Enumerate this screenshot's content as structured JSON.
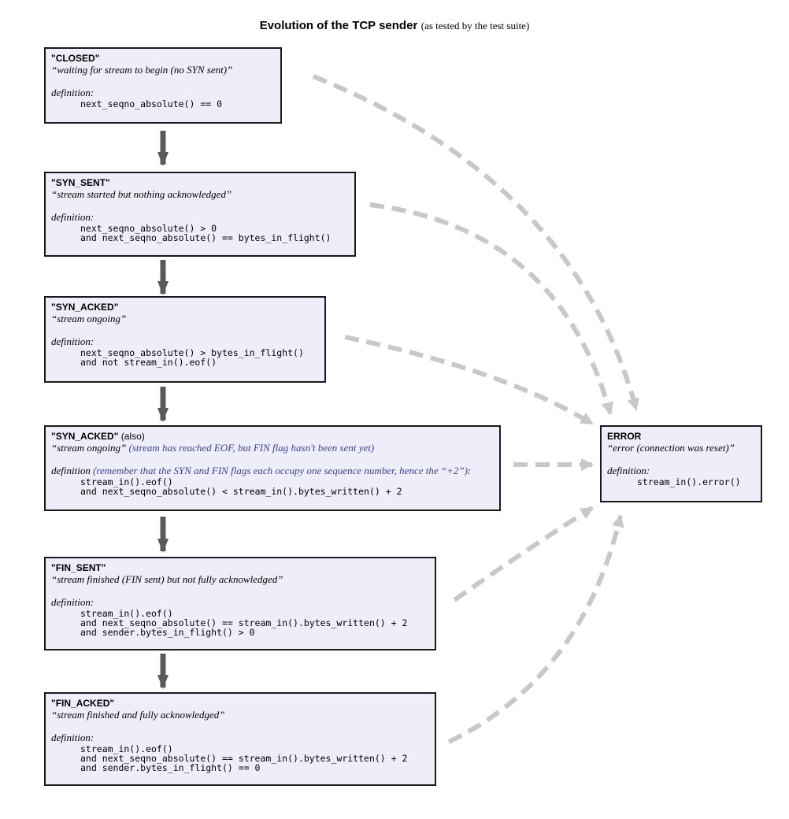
{
  "title": {
    "main": "Evolution of the TCP sender",
    "note": "(as tested by the test suite)"
  },
  "states": [
    {
      "name": "\"CLOSED\"",
      "also": "",
      "desc": "“waiting for stream to begin (no SYN sent)”",
      "desc_note": "",
      "def_label": "definition:",
      "def_note": "",
      "def_lines": [
        "next_seqno_absolute() == 0"
      ]
    },
    {
      "name": "\"SYN_SENT\"",
      "also": "",
      "desc": "“stream started but nothing acknowledged”",
      "desc_note": "",
      "def_label": "definition:",
      "def_note": "",
      "def_lines": [
        "next_seqno_absolute() > 0",
        "and next_seqno_absolute() == bytes_in_flight()"
      ]
    },
    {
      "name": "\"SYN_ACKED\"",
      "also": "",
      "desc": "“stream ongoing”",
      "desc_note": "",
      "def_label": "definition:",
      "def_note": "",
      "def_lines": [
        "next_seqno_absolute() > bytes_in_flight()",
        "and not stream_in().eof()"
      ]
    },
    {
      "name": "\"SYN_ACKED\"",
      "also": " (also)",
      "desc": "“stream ongoing”",
      "desc_note": " (stream has reached EOF, but FIN flag hasn't been sent yet)",
      "def_label": "definition",
      "def_note": " (remember that the SYN and FIN flags each occupy one sequence number, hence the “+2”)",
      "def_lines": [
        "stream_in().eof()",
        "and next_seqno_absolute() < stream_in().bytes_written() + 2"
      ]
    },
    {
      "name": "\"FIN_SENT\"",
      "also": "",
      "desc": "“stream finished (FIN sent) but not fully acknowledged”",
      "desc_note": "",
      "def_label": "definition:",
      "def_note": "",
      "def_lines": [
        "stream_in().eof()",
        "and next_seqno_absolute() == stream_in().bytes_written() + 2",
        "and sender.bytes_in_flight() > 0"
      ]
    },
    {
      "name": "\"FIN_ACKED\"",
      "also": "",
      "desc": "“stream finished and fully acknowledged”",
      "desc_note": "",
      "def_label": "definition:",
      "def_note": "",
      "def_lines": [
        "stream_in().eof()",
        "and next_seqno_absolute() == stream_in().bytes_written() + 2",
        "and sender.bytes_in_flight() == 0"
      ]
    }
  ],
  "error_state": {
    "name": "ERROR",
    "desc": "“error (connection was reset)”",
    "def_label": "definition:",
    "def_lines": [
      "stream_in().error()"
    ]
  },
  "colors": {
    "box_fill": "#eeeefb",
    "box_border": "#1a1a1a",
    "arrow": "#5a5a5a",
    "dashed": "#c8c8c8",
    "note": "#3b3f8f"
  }
}
